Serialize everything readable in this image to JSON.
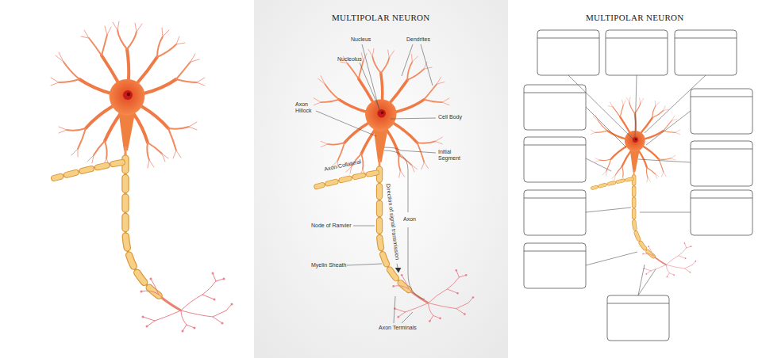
{
  "diagram": {
    "title": "MULTIPOLAR NEURON",
    "labels": [
      "MULTIPOLAR NEURON",
      "Nucleus",
      "Dendrites",
      "Nucleolus",
      "Axon Hillock",
      "Cell Body",
      "Initial Segment",
      "Axon Collateral",
      "Direction of signal transmission",
      "Axon",
      "Node of Ranvier",
      "Myelin Sheath",
      "Axon Terminals"
    ]
  }
}
